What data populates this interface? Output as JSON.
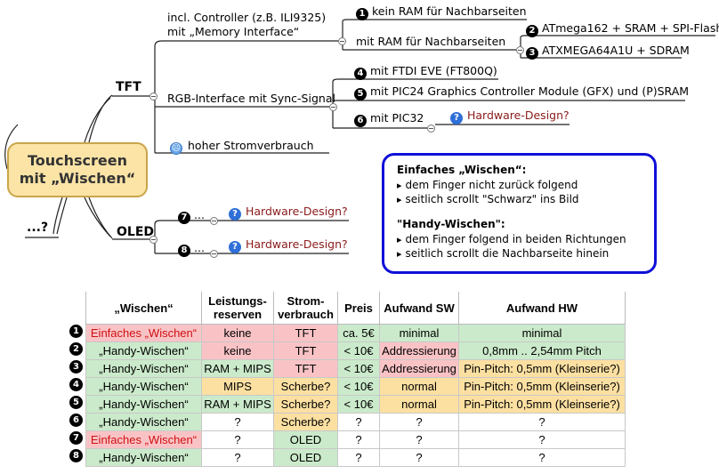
{
  "mindmap": {
    "root": [
      "Touchscreen",
      "mit „Wischen“"
    ],
    "side_node": "...?",
    "tft": {
      "label": "TFT",
      "controller": {
        "label_line1": "incl. Controller (z.B. ILI9325)",
        "label_line2": "mit „Memory Interface“",
        "no_ram": {
          "num": "1",
          "label": "kein RAM für Nachbarseiten"
        },
        "with_ram": {
          "label": "mit RAM für Nachbarseiten",
          "opt2": {
            "num": "2",
            "label": "ATmega162 + SRAM + SPI-Flash"
          },
          "opt3": {
            "num": "3",
            "label": "ATXMEGA64A1U + SDRAM"
          }
        }
      },
      "rgb": {
        "label": "RGB-Interface mit Sync-Signal",
        "opt4": {
          "num": "4",
          "label": "mit FTDI EVE (FT800Q)"
        },
        "opt5": {
          "num": "5",
          "label": "mit PIC24 Graphics Controller Module (GFX) und (P)SRAM"
        },
        "opt6": {
          "num": "6",
          "label": "mit PIC32",
          "link": "Hardware-Design?"
        }
      },
      "power": "hoher Stromverbrauch"
    },
    "oled": {
      "label": "OLED",
      "opt7": {
        "num": "7",
        "label": "...",
        "link": "Hardware-Design?"
      },
      "opt8": {
        "num": "8",
        "label": "...",
        "link": "Hardware-Design?"
      }
    }
  },
  "note": {
    "h1": "Einfaches „Wischen“:",
    "b1": "dem Finger nicht zurück folgend",
    "b2": "seitlich scrollt \"Schwarz\" ins Bild",
    "h2": "\"Handy-Wischen\":",
    "b3": "dem Finger folgend in beiden Richtungen",
    "b4": "seitlich scrollt die Nachbarseite hinein"
  },
  "table": {
    "headers": [
      "„Wischen“",
      "Leistungs-\nreserven",
      "Strom-\nverbrauch",
      "Preis",
      "Aufwand SW",
      "Aufwand HW"
    ],
    "rows": [
      {
        "num": "1",
        "cells": [
          "Einfaches „Wischen“",
          "keine",
          "TFT",
          "ca. 5€",
          "minimal",
          "minimal"
        ]
      },
      {
        "num": "2",
        "cells": [
          "„Handy-Wischen“",
          "keine",
          "TFT",
          "< 10€",
          "Addressierung",
          "0,8mm .. 2,54mm Pitch"
        ]
      },
      {
        "num": "3",
        "cells": [
          "„Handy-Wischen“",
          "RAM + MIPS",
          "TFT",
          "< 10€",
          "Addressierung",
          "Pin-Pitch: 0,5mm (Kleinserie?)"
        ]
      },
      {
        "num": "4",
        "cells": [
          "„Handy-Wischen“",
          "MIPS",
          "Scherbe?",
          "< 10€",
          "normal",
          "Pin-Pitch: 0,5mm (Kleinserie?)"
        ]
      },
      {
        "num": "5",
        "cells": [
          "„Handy-Wischen“",
          "RAM + MIPS",
          "Scherbe?",
          "< 10€",
          "normal",
          "Pin-Pitch: 0,5mm (Kleinserie?)"
        ]
      },
      {
        "num": "6",
        "cells": [
          "„Handy-Wischen“",
          "?",
          "Scherbe?",
          "?",
          "?",
          "?"
        ]
      },
      {
        "num": "7",
        "cells": [
          "Einfaches „Wischen“",
          "?",
          "OLED",
          "?",
          "?",
          "?"
        ]
      },
      {
        "num": "8",
        "cells": [
          "„Handy-Wischen“",
          "?",
          "OLED",
          "?",
          "?",
          "?"
        ]
      }
    ],
    "colors": {
      "green": "#cbeacb",
      "red": "#f9c3c6",
      "yellow": "#fce0a2"
    }
  }
}
